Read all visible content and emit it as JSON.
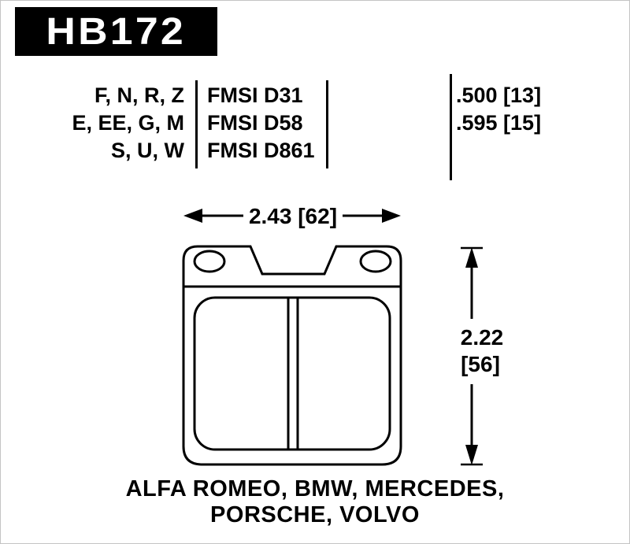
{
  "header": {
    "part_number": "HB172"
  },
  "spec_table": {
    "rows": [
      {
        "codes": "F, N, R, Z",
        "fmsi": "FMSI D31",
        "size": ".500 [13]"
      },
      {
        "codes": "E, EE, G, M",
        "fmsi": "FMSI D58",
        "size": ".595 [15]"
      },
      {
        "codes": "S, U, W",
        "fmsi": "FMSI D861"
      }
    ]
  },
  "dimensions": {
    "width_label": "2.43 [62]",
    "height_value": "2.22",
    "height_mm": "[56]"
  },
  "applications": {
    "line1": "ALFA ROMEO, BMW, MERCEDES,",
    "line2": "PORSCHE, VOLVO"
  },
  "colors": {
    "ink": "#000000",
    "banner_bg": "#000000",
    "banner_text": "#ffffff",
    "background": "#ffffff"
  }
}
